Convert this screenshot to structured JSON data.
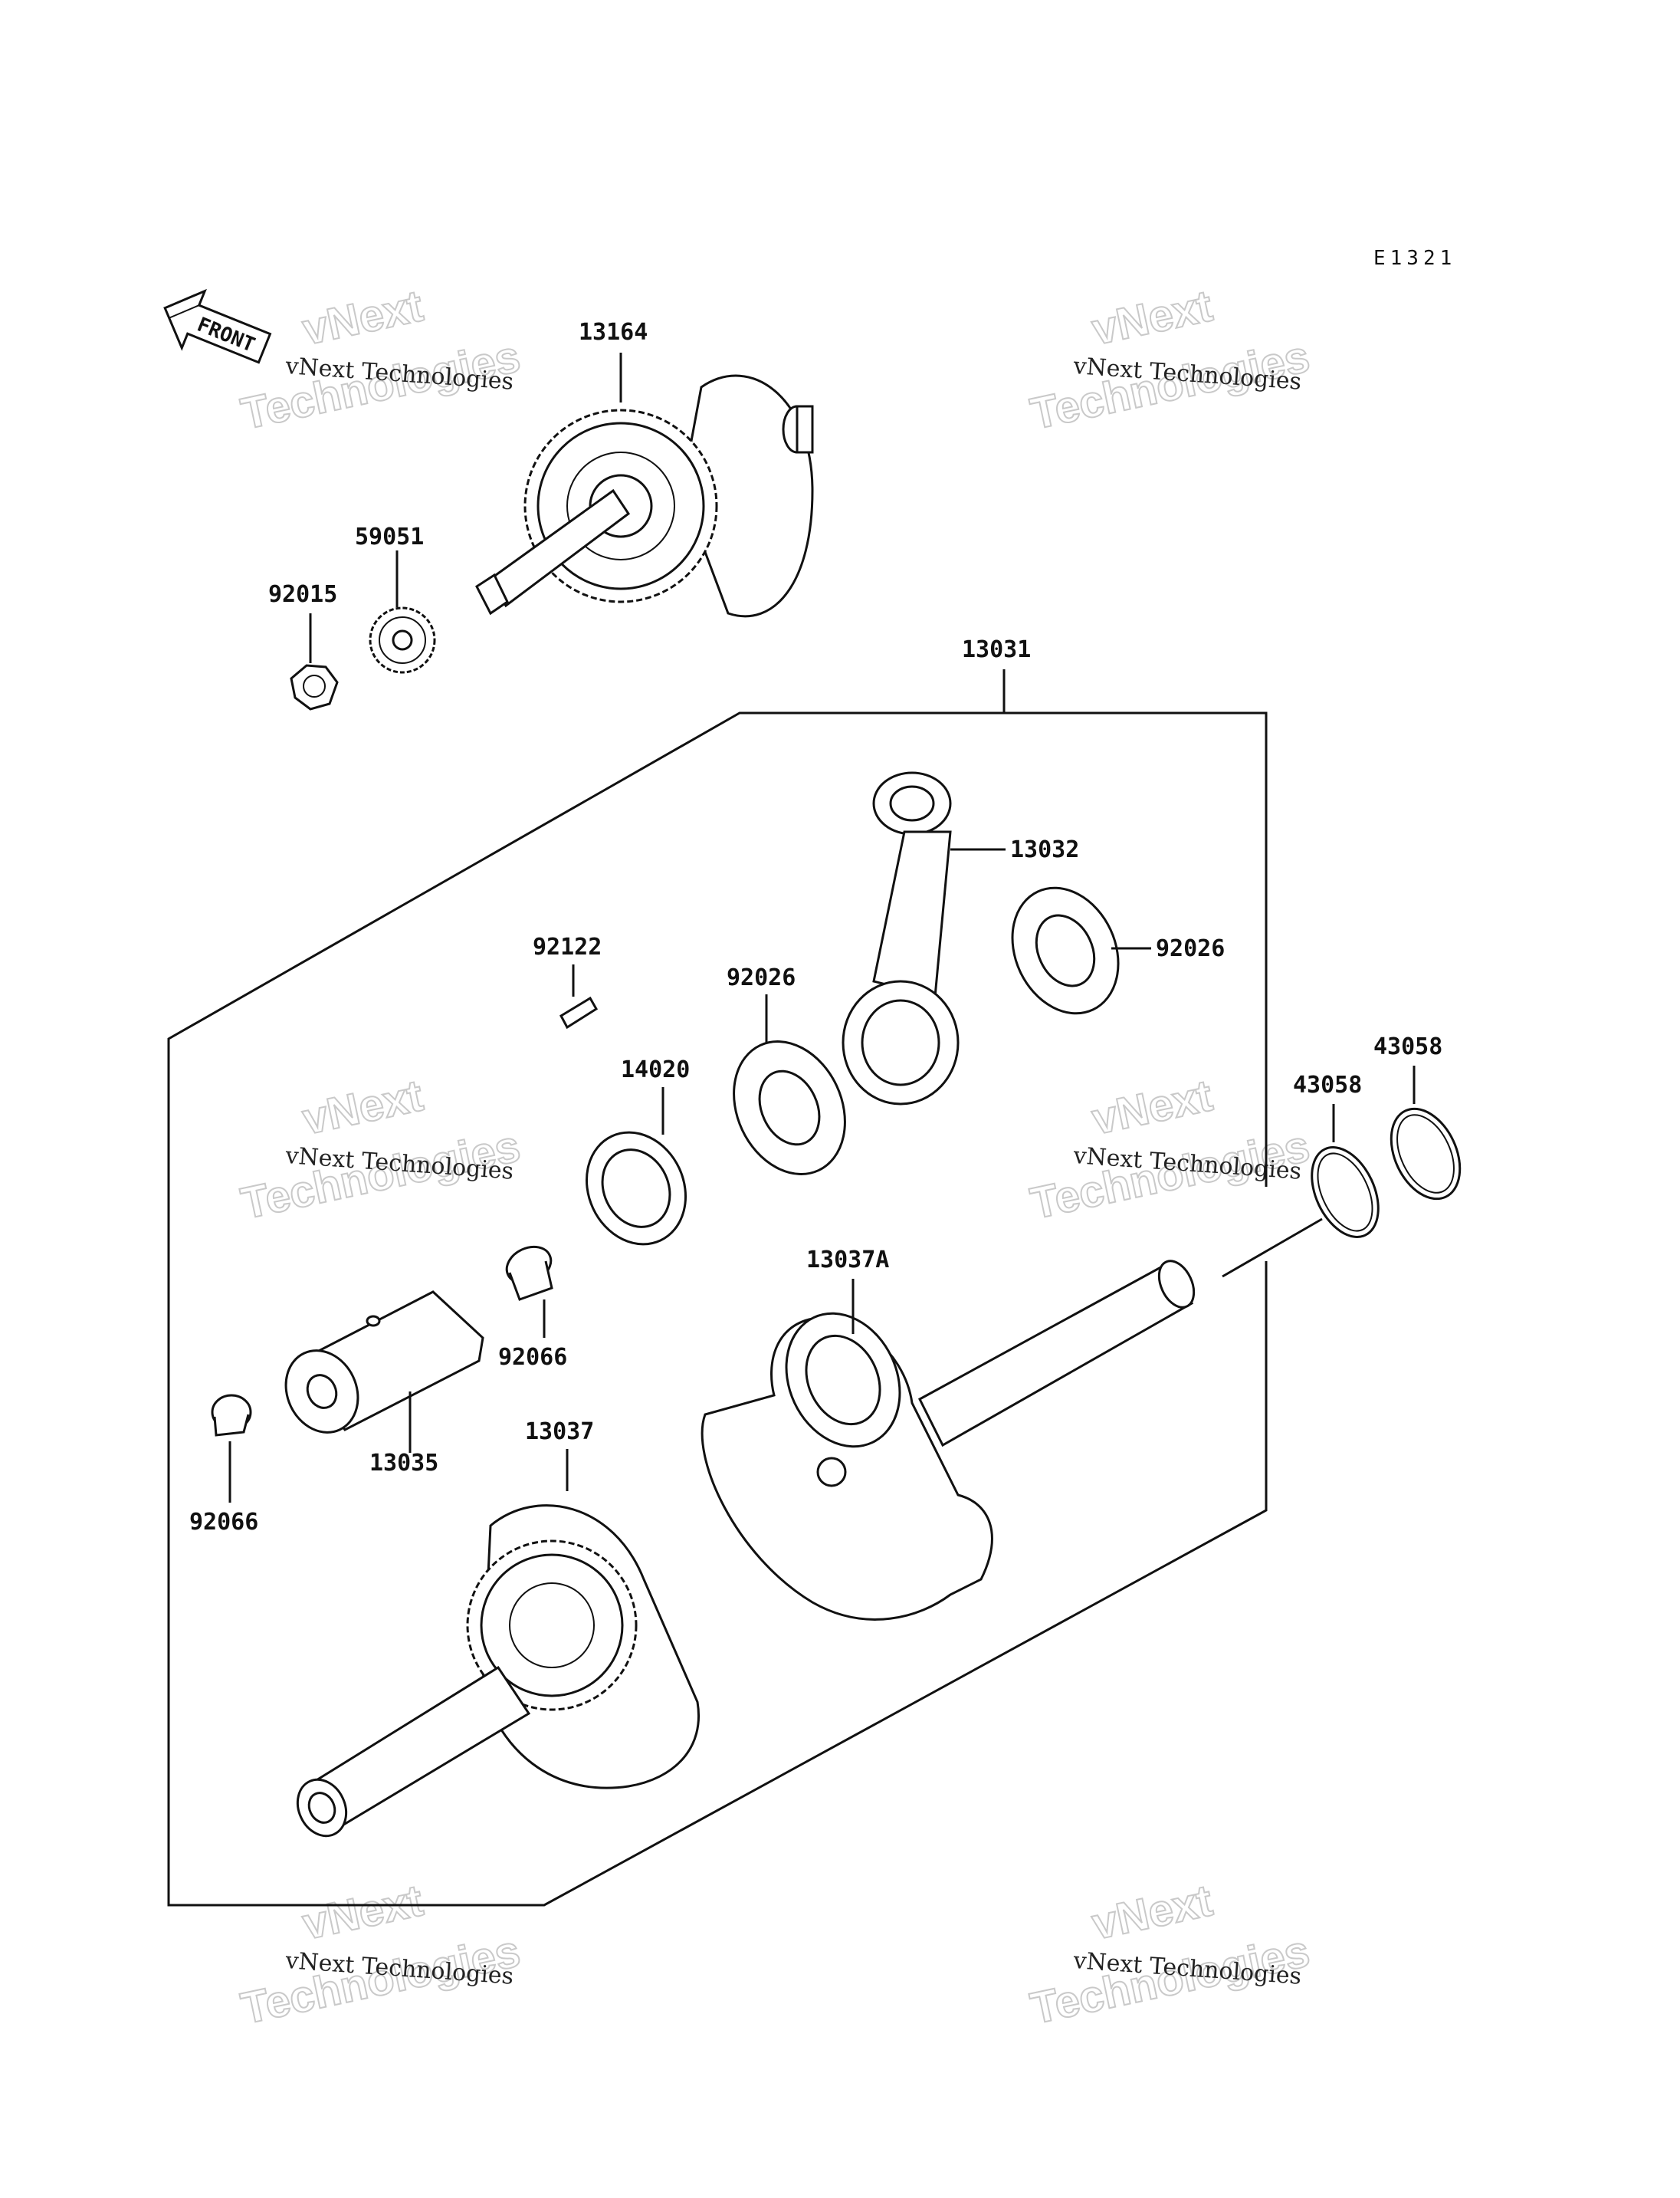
{
  "diagram_code": "E1321",
  "direction_label": "FRONT",
  "watermark": {
    "line1": "vNext Technologies",
    "line2": "vNext",
    "line3": "Technologies"
  },
  "parts": {
    "p13164": "13164",
    "p59051": "59051",
    "p92015": "92015",
    "p13031": "13031",
    "p13032": "13032",
    "p92026_right": "92026",
    "p92122": "92122",
    "p92026_left": "92026",
    "p14020": "14020",
    "p43058_a": "43058",
    "p43058_b": "43058",
    "p13037A": "13037A",
    "p92066_a": "92066",
    "p13035": "13035",
    "p13037": "13037",
    "p92066_b": "92066"
  }
}
